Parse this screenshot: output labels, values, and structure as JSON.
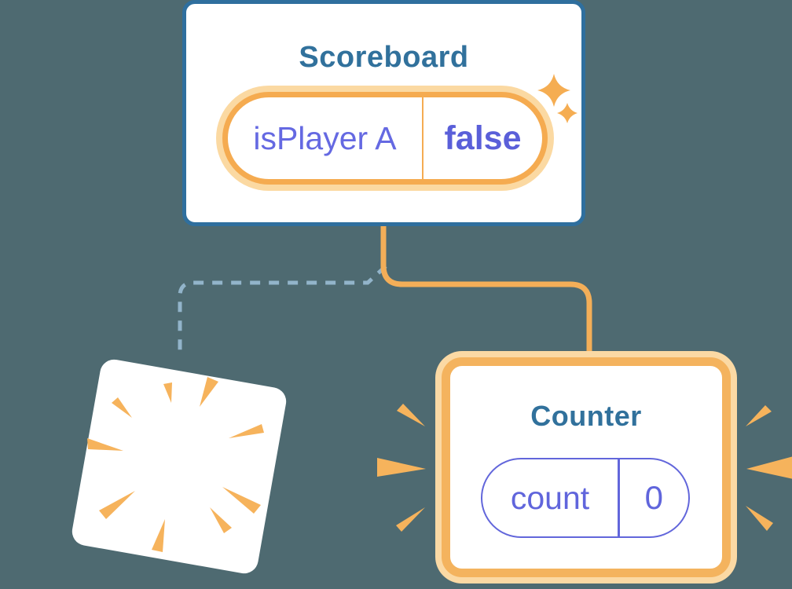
{
  "diagram": {
    "description": "React component tree state diagram: Scoreboard parent keeps state while one child Counter is removed (poof) and a new Counter is added with fresh state",
    "background_color": "#4e6a71",
    "scoreboard": {
      "title": "Scoreboard",
      "pill": {
        "key": "isPlayer A",
        "value": "false"
      }
    },
    "counter": {
      "title": "Counter",
      "pill": {
        "key": "count",
        "value": "0"
      }
    },
    "icons": {
      "sparkles": "sparkles-icon",
      "poof_burst": "poof-burst-icon",
      "emphasis_left": "emphasis-marks-left-icon",
      "emphasis_right": "emphasis-marks-right-icon"
    },
    "colors": {
      "background": "#4e6a71",
      "card_white": "#ffffff",
      "card_border_blue": "#2f6f9e",
      "title_blue": "#31719c",
      "state_key_purple": "#6569e2",
      "state_value_purple": "#5a5fd9",
      "pill_border_purple": "#6266db",
      "highlight_orange": "#f5ab50",
      "highlight_glow_orange": "#fbd9a2",
      "connector_orange": "#f3ae58",
      "dashed_connector_blue": "#92b4ca",
      "burst_orange": "#f6b35c"
    }
  }
}
